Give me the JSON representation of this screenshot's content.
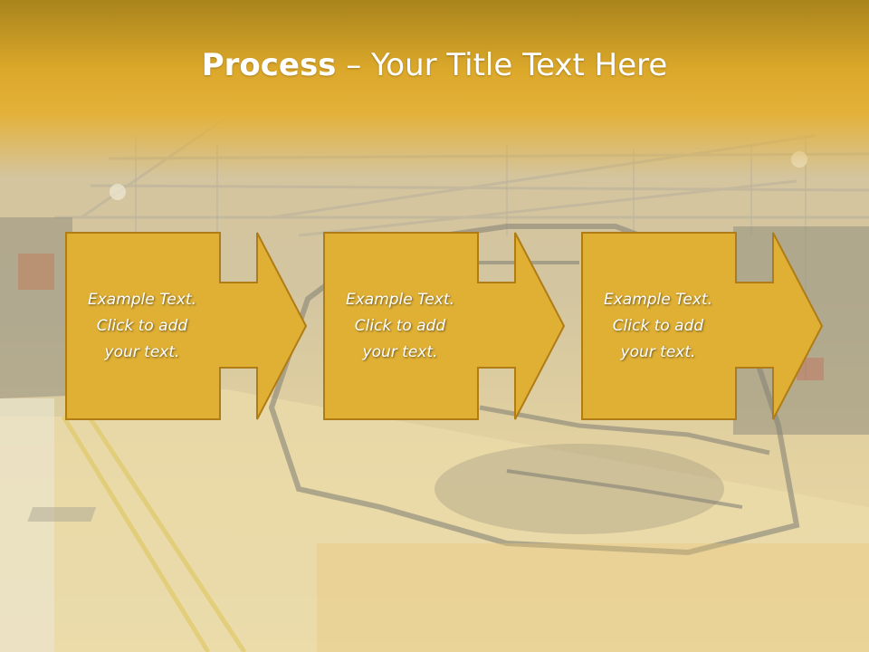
{
  "slide": {
    "title_bold": "Process",
    "title_rest": " – Your Title Text Here",
    "steps": [
      {
        "lines": [
          "Example Text.",
          "Click  to add",
          "your text."
        ]
      },
      {
        "lines": [
          "Example Text.",
          "Click  to add",
          "your text."
        ]
      },
      {
        "lines": [
          "Example Text.",
          "Click  to add",
          "your text."
        ]
      }
    ]
  },
  "colors": {
    "header_top": "#a8841c",
    "header_mid": "#dca82a",
    "box_fill": "#e0b035",
    "box_border": "#b07c15"
  }
}
